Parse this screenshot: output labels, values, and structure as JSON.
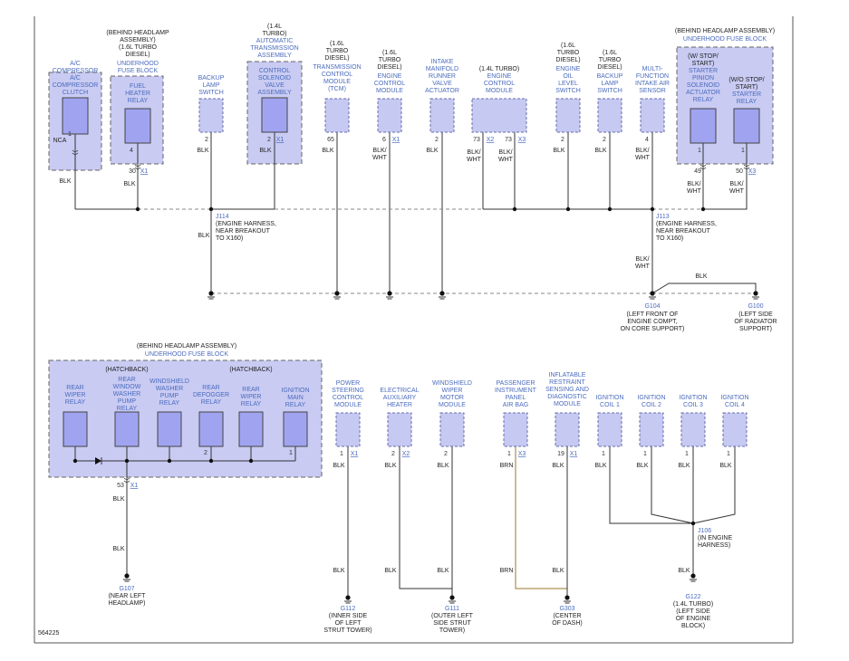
{
  "colors": {
    "component_fill": "#c6c9f2",
    "component_stroke": "#6a6fa8",
    "relay_fill": "#a0a4f0",
    "block_fill": "#c9cbf3",
    "label_blue": "#4a6bbd",
    "wire_black": "#333333",
    "wire_brown": "#9a7a2a",
    "splice_line": "#888888"
  },
  "diagram_id": "564225",
  "top": {
    "ac": {
      "title": "A/C\nCOMPRESSOR",
      "label": "A/C\nCOMPRESSOR\nCLUTCH",
      "pin": "1",
      "nca": "NCA",
      "wire": "BLK"
    },
    "fuel_block": {
      "header": "(BEHIND HEADLAMP\nASSEMBLY)\n(1.6L TURBO\nDIESEL)",
      "title": "UNDERHOOD\nFUSE BLOCK",
      "label": "FUEL\nHEATER\nRELAY",
      "pin": "4",
      "pin2": "30",
      "conn": "X1",
      "wire": "BLK"
    },
    "backup_switch": {
      "label": "BACKUP\nLAMP\nSWITCH",
      "pin": "2",
      "wire": "BLK"
    },
    "ats": {
      "header": "(1.4L\nTURBO)",
      "title": "AUTOMATIC\nTRANSMISSION\nASSEMBLY",
      "label": "CONTROL\nSOLENOID\nVALVE\nASSEMBLY",
      "pin": "2",
      "conn": "X1",
      "wire": "BLK"
    },
    "tcm": {
      "label_black": "(1.6L\nTURBO\nDIESEL)",
      "label": "TRANSMISSION\nCONTROL\nMODULE\n(TCM)",
      "pin": "65",
      "wire": "BLK"
    },
    "ecm16": {
      "label_black": "(1.6L\nTURBO\nDIESEL)",
      "label": "ENGINE\nCONTROL\nMODULE",
      "pin": "6",
      "conn": "X1",
      "wire": "BLK/\nWHT"
    },
    "imrv": {
      "label": "INTAKE\nMANIFOLD\nRUNNER\nVALVE\nACTUATOR",
      "pin": "2",
      "wire": "BLK"
    },
    "ecm14": {
      "label_black": "(1.4L TURBO)",
      "label": "ENGINE\nCONTROL\nMODULE",
      "pin_a": "73",
      "conn_a": "X2",
      "pin_b": "73",
      "conn_b": "X3",
      "wire_a": "BLK/\nWHT",
      "wire_b": "BLK/\nWHT"
    },
    "oil_switch": {
      "label_black": "(1.6L\nTURBO\nDIESEL)",
      "label": "ENGINE\nOIL\nLEVEL\nSWITCH",
      "pin": "2",
      "wire": "BLK"
    },
    "backup16": {
      "label_black": "(1.6L\nTURBO\nDIESEL)",
      "label": "BACKUP\nLAMP\nSWITCH",
      "pin": "2",
      "wire": "BLK"
    },
    "mfias": {
      "label": "MULTI-\nFUNCTION\nINTAKE AIR\nSENSOR",
      "pin": "4",
      "wire": "BLK/\nWHT"
    },
    "starter_block": {
      "header": "(BEHIND HEADLAMP ASSEMBLY)",
      "title": "UNDERHOOD FUSE BLOCK",
      "relay1_black": "(W/ STOP/\nSTART)",
      "relay1": "STARTER\nPINION\nSOLENOID\nACTUATOR\nRELAY",
      "relay2_black": "(W/O STOP/\nSTART)",
      "relay2": "STARTER\nRELAY",
      "pin1": "1",
      "pin2": "1",
      "pin_a": "49",
      "pin_b": "50",
      "conn_b": "X3",
      "wire_a": "BLK/\nWHT",
      "wire_b": "BLK/\nWHT"
    },
    "j114": {
      "id": "J114",
      "desc": "(ENGINE HARNESS,\nNEAR BREAKOUT\nTO X160)",
      "wire": "BLK"
    },
    "j113": {
      "id": "J113",
      "desc": "(ENGINE HARNESS,\nNEAR BREAKOUT\nTO X160)",
      "wire": "BLK/\nWHT"
    },
    "g104": {
      "id": "G104",
      "desc": "(LEFT FRONT OF\nENGINE COMPT,\nON CORE SUPPORT)"
    },
    "g100": {
      "id": "G100",
      "desc": "(LEFT SIDE\nOF RADIATOR\nSUPPORT)",
      "wire": "BLK"
    }
  },
  "bottom": {
    "block": {
      "header": "(BEHIND HEADLAMP ASSEMBLY)",
      "title": "UNDERHOOD FUSE BLOCK",
      "relays": [
        {
          "label": "REAR\nWIPER\nRELAY",
          "black": ""
        },
        {
          "label": "REAR\nWINDOW\nWASHER\nPUMP\nRELAY",
          "black": "(HATCHBACK)"
        },
        {
          "label": "WINDSHIELD\nWASHER\nPUMP\nRELAY",
          "black": ""
        },
        {
          "label": "REAR\nDEFOGGER\nRELAY",
          "black": ""
        },
        {
          "label": "REAR\nWIPER\nRELAY",
          "black": "(HATCHBACK)"
        },
        {
          "label": "IGNITION\nMAIN\nRELAY",
          "black": ""
        }
      ],
      "pin_defog": "2",
      "pin_ign": "1",
      "pin_out": "53",
      "conn_out": "X1",
      "wire1": "BLK",
      "wire2": "BLK"
    },
    "g107": {
      "id": "G107",
      "desc": "(NEAR LEFT\nHEADLAMP)"
    },
    "pscm": {
      "label": "POWER\nSTEERING\nCONTROL\nMODULE",
      "pin": "1",
      "conn": "X1",
      "wire1": "BLK",
      "wire2": "BLK"
    },
    "eah": {
      "label": "ELECTRICAL\nAUXILIARY\nHEATER",
      "pin": "2",
      "conn": "X2",
      "wire1": "BLK",
      "wire2": "BLK"
    },
    "wwm": {
      "label": "WINDSHIELD\nWIPER\nMOTOR\nMODULE",
      "pin": "2",
      "wire1": "BLK",
      "wire2": "BLK"
    },
    "pab": {
      "label": "PASSENGER\nINSTRUMENT\nPANEL\nAIR BAG",
      "pin": "1",
      "conn": "X3",
      "wire1": "BRN",
      "wire2": "BRN"
    },
    "irsdm": {
      "label": "INFLATABLE\nRESTRAINT\nSENSING AND\nDIAGNOSTIC\nMODULE",
      "pin": "19",
      "conn": "X1",
      "wire1": "BLK",
      "wire2": "BLK"
    },
    "coils": [
      {
        "label": "IGNITION\nCOIL 1",
        "pin": "1",
        "wire": "BLK"
      },
      {
        "label": "IGNITION\nCOIL 2",
        "pin": "1",
        "wire": "BLK"
      },
      {
        "label": "IGNITION\nCOIL 3",
        "pin": "1",
        "wire": "BLK"
      },
      {
        "label": "IGNITION\nCOIL 4",
        "pin": "1",
        "wire": "BLK"
      }
    ],
    "j106": {
      "id": "J106",
      "desc": "(IN ENGINE\nHARNESS)",
      "wire": "BLK"
    },
    "g112": {
      "id": "G112",
      "desc": "(INNER SIDE\nOF LEFT\nSTRUT TOWER)"
    },
    "g111": {
      "id": "G111",
      "desc": "(OUTER LEFT\nSIDE STRUT\nTOWER)"
    },
    "g303": {
      "id": "G303",
      "desc": "(CENTER\nOF DASH)"
    },
    "g122": {
      "id": "G122",
      "desc": "(1.4L TURBO)\n(LEFT SIDE\nOF ENGINE\nBLOCK)"
    }
  }
}
